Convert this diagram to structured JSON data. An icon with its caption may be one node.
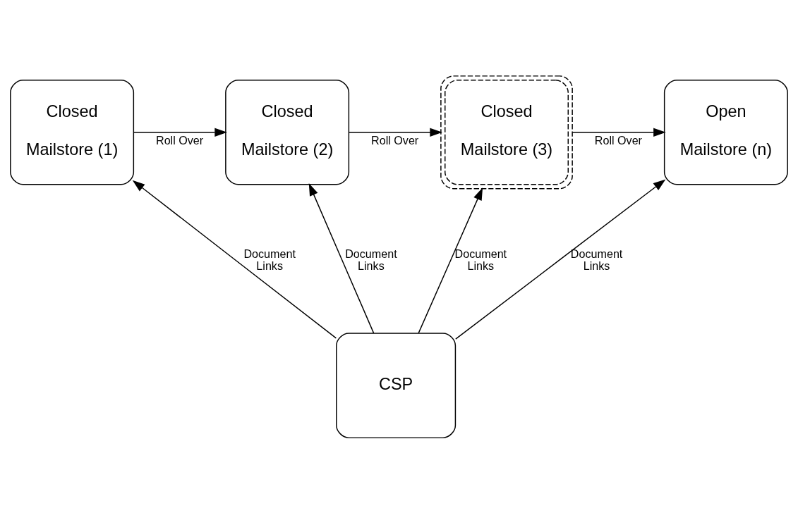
{
  "diagram": {
    "nodes": [
      {
        "text": [
          "Closed",
          "Mailstore (1)"
        ]
      },
      {
        "text": [
          "Closed",
          "Mailstore (2)"
        ]
      },
      {
        "text": [
          "Closed",
          "Mailstore (3)"
        ]
      },
      {
        "text": [
          "Open",
          "Mailstore (n)"
        ]
      },
      {
        "text": [
          "CSP"
        ]
      }
    ],
    "edges": [
      {
        "from": 0,
        "to": 1,
        "arrow": "to",
        "label": "Roll Over"
      },
      {
        "from": 1,
        "to": 2,
        "arrow": "to",
        "label": "Roll Over"
      },
      {
        "from": 2,
        "to": 3,
        "arrow": "to",
        "label": "Roll Over"
      },
      {
        "from": 4,
        "to": 0,
        "arrow": "to",
        "label": "Document Links"
      },
      {
        "from": 4,
        "to": 1,
        "arrow": "to",
        "label": "Document Links"
      },
      {
        "from": 4,
        "to": 2,
        "arrow": "to",
        "label": "Document Links"
      },
      {
        "from": 4,
        "to": 3,
        "arrow": "to",
        "label": "Document Links"
      }
    ]
  }
}
